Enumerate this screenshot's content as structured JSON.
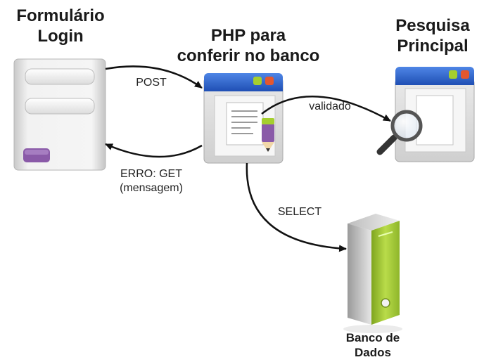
{
  "nodes": {
    "login": {
      "title_line1": "Formulário",
      "title_line2": "Login"
    },
    "php": {
      "title_line1": "PHP para",
      "title_line2": "conferir no banco"
    },
    "search": {
      "title_line1": "Pesquisa",
      "title_line2": "Principal"
    },
    "database": {
      "title_line1": "Banco de",
      "title_line2": "Dados"
    }
  },
  "edges": {
    "post": {
      "label": "POST"
    },
    "error": {
      "label_line1": "ERRO: GET",
      "label_line2": "(mensagem)"
    },
    "validated": {
      "label": "validado"
    },
    "select": {
      "label": "SELECT"
    }
  },
  "colors": {
    "window_titlebar": "#2f62c9",
    "button_green": "#a5cf2e",
    "button_orange": "#e4572e",
    "form_button": "#8a5aa8",
    "server_front": "#a9cf3b",
    "arrow": "#111111"
  }
}
